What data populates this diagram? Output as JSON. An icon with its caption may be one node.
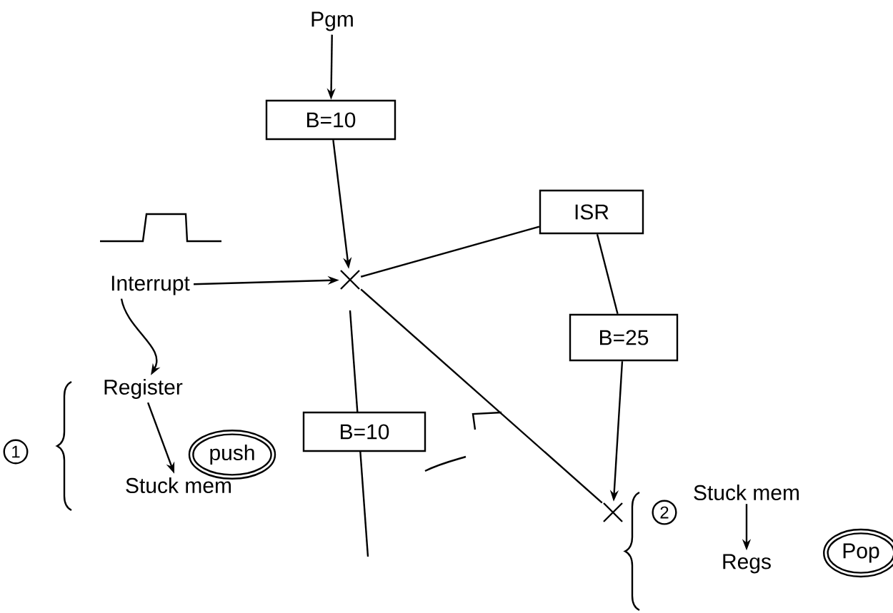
{
  "diagram": {
    "nodes": [
      {
        "text": [
          "Pgm"
        ]
      },
      {
        "text": [
          "B=10"
        ]
      },
      {
        "text": [],
        "shape": "cross"
      },
      {
        "text": [
          "ISR"
        ]
      },
      {
        "text": [
          "B=25"
        ]
      },
      {
        "text": [],
        "shape": "cross"
      },
      {
        "text": [
          "Interrupt"
        ]
      },
      {
        "text": [
          "Register"
        ]
      },
      {
        "text": [
          "Stuck mem"
        ]
      },
      {
        "text": [
          "push"
        ]
      },
      {
        "text": [
          "B=10"
        ]
      },
      {
        "text": [
          "Stuck mem"
        ]
      },
      {
        "text": [
          "Regs"
        ]
      },
      {
        "text": [
          "Pop"
        ]
      },
      {
        "text": [
          "1"
        ]
      },
      {
        "text": [
          "2"
        ]
      }
    ],
    "edges": [
      {
        "from": 0,
        "to": 1,
        "arrow": "to"
      },
      {
        "from": 1,
        "to": 2,
        "arrow": "to"
      },
      {
        "from": 3,
        "to": 2,
        "arrow": "none"
      },
      {
        "from": 6,
        "to": 2,
        "arrow": "to"
      },
      {
        "from": 3,
        "to": 4,
        "arrow": "none"
      },
      {
        "from": 4,
        "to": 5,
        "arrow": "to"
      },
      {
        "from": 2,
        "to": 5,
        "arrow": "none"
      },
      {
        "from": 6,
        "to": 7,
        "arrow": "to"
      },
      {
        "from": 7,
        "to": 8,
        "arrow": "to"
      },
      {
        "from": 11,
        "to": 12,
        "arrow": "to"
      }
    ]
  }
}
